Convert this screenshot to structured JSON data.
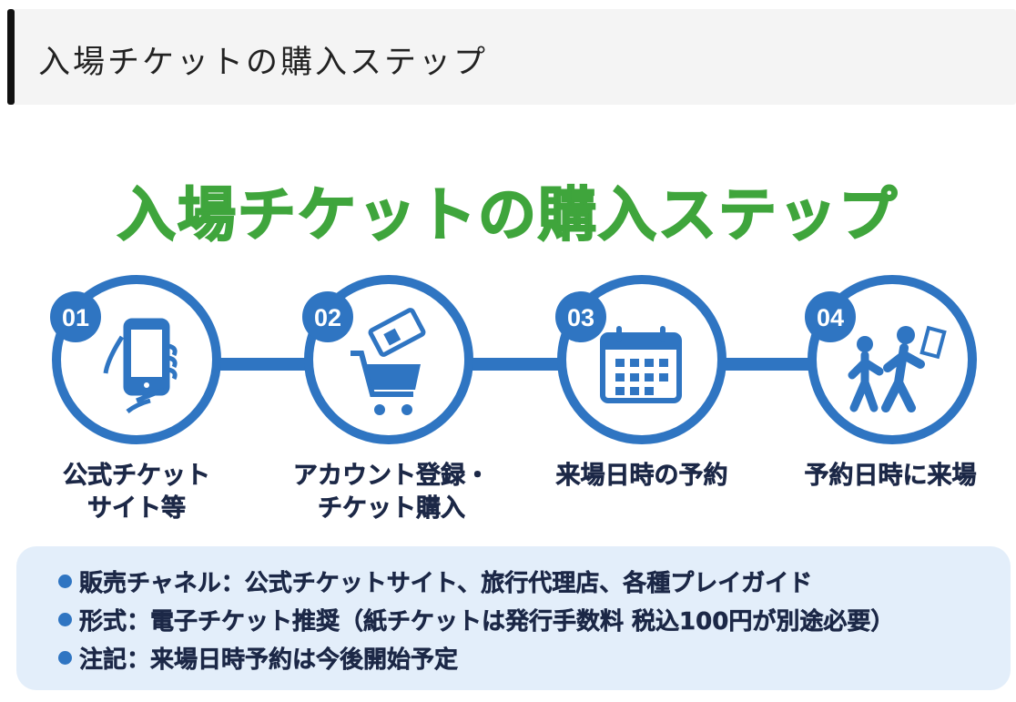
{
  "header": {
    "title": "入場チケットの購入ステップ"
  },
  "infographic": {
    "title": "入場チケットの購入ステップ",
    "steps": [
      {
        "number": "01",
        "icon": "phone-in-hand-icon",
        "line1": "公式チケット",
        "line2": "サイト等"
      },
      {
        "number": "02",
        "icon": "cart-ticket-icon",
        "line1": "アカウント登録・",
        "line2": "チケット購入"
      },
      {
        "number": "03",
        "icon": "calendar-icon",
        "line1": "来場日時の予約",
        "line2": ""
      },
      {
        "number": "04",
        "icon": "people-walking-ticket-icon",
        "line1": "予約日時に来場",
        "line2": ""
      }
    ],
    "notes": [
      "販売チャネル：公式チケットサイト、旅行代理店、各種プレイガイド",
      "形式：電子チケット推奨（紙チケットは発行手数料 税込100円が別途必要）",
      "注記：来場日時予約は今後開始予定"
    ],
    "colors": {
      "title": "#3fa53c",
      "accent": "#2f75c2",
      "text": "#1c2847",
      "notes_bg": "#e3eefa"
    }
  }
}
